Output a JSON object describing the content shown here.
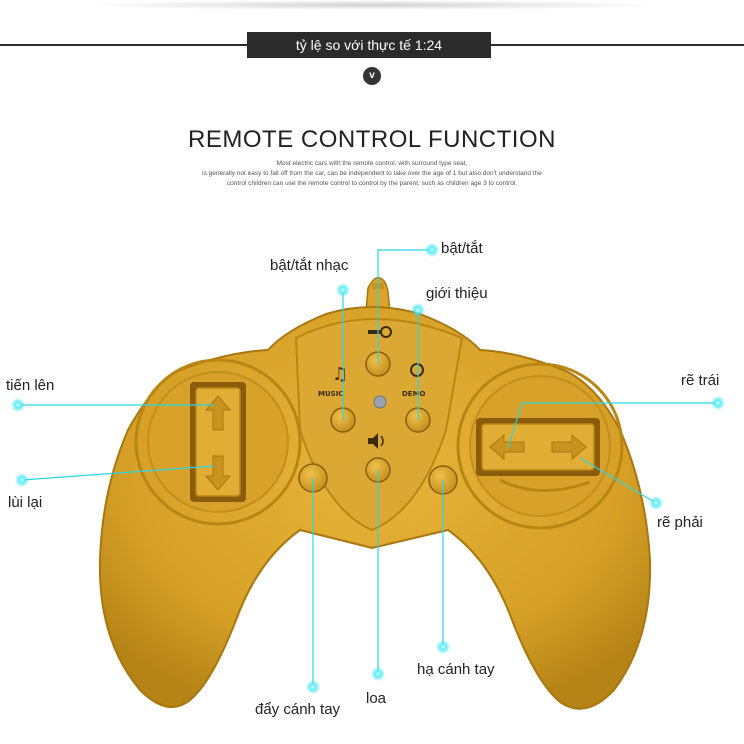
{
  "header": {
    "scale_text": "tỷ lệ so với thực tế 1:24",
    "chevron_glyph": "v"
  },
  "title": "REMOTE CONTROL FUNCTION",
  "description": [
    "Most electric cars with the remote control, with surround type seat,",
    "is generally not easy to fall off from the car, can be independent to take over the age of 1 but also don't understand the",
    "control children can use the remote control to control by the parent, such as children age 3 to control."
  ],
  "labels": {
    "power": "bật/tắt",
    "music": "bật/tắt nhạc",
    "intro": "giới thiệu",
    "forward": "tiến lên",
    "backward": "lùi lại",
    "turn_left": "rẽ trái",
    "turn_right": "rẽ phải",
    "lower_arm": "hạ cánh tay",
    "raise_arm": "đẩy cánh tay",
    "speaker": "loa"
  },
  "controller_text": {
    "music": "MUSIC",
    "demo": "DEMO"
  },
  "colors": {
    "body": "#d9a32a",
    "body_dark": "#b98614",
    "callout": "#2ad6e6",
    "banner": "#2b2b2b"
  }
}
